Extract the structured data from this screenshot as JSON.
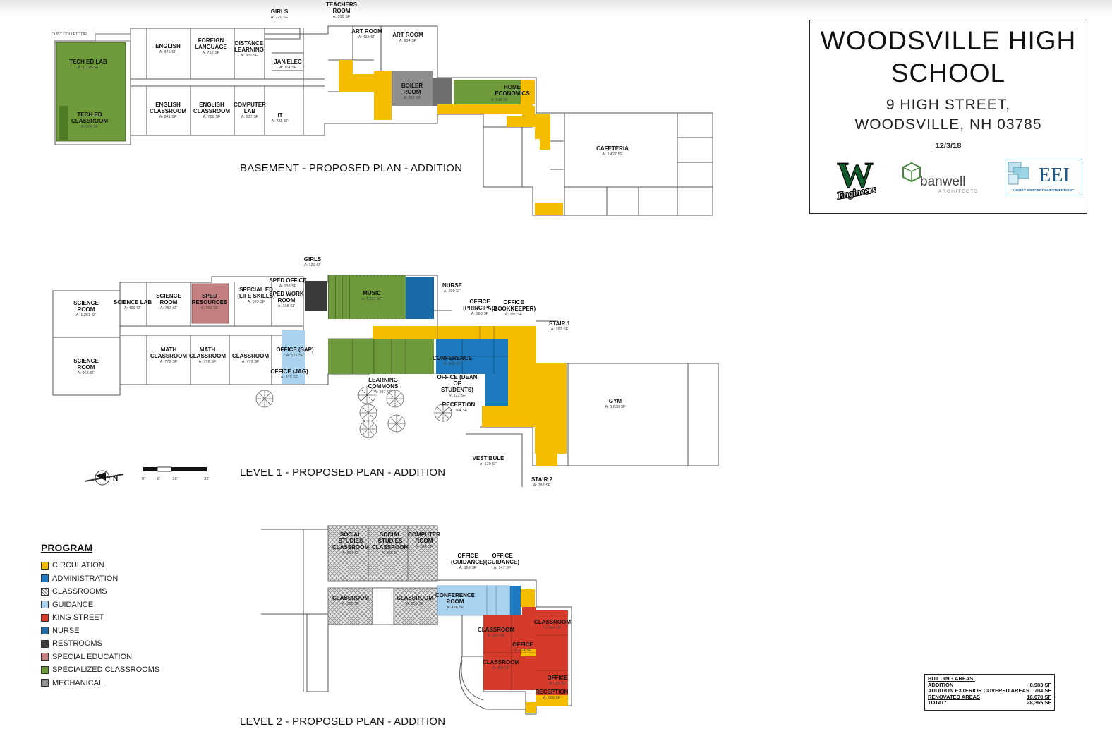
{
  "title_block": {
    "name_line1": "WOODSVILLE HIGH",
    "name_line2": "SCHOOL",
    "address_line1": "9 HIGH STREET,",
    "address_line2": "WOODSVILLE, NH 03785",
    "date": "12/3/18",
    "logo_w_text": "W",
    "logo_w_script": "Engineers",
    "banwell_name": "banwell",
    "banwell_sub": "ARCHITECTS",
    "eei_name": "EEI",
    "eei_sub": "ENERGY EFFICIENT INVESTMENTS INC."
  },
  "plans": {
    "basement_title": "BASEMENT - PROPOSED PLAN - ADDITION",
    "level1_title": "LEVEL 1 - PROPOSED PLAN - ADDITION",
    "level2_title": "LEVEL 2 - PROPOSED PLAN - ADDITION"
  },
  "colors": {
    "circulation": "#f5bd00",
    "administration": "#1f7bbf",
    "classrooms": "#9a9a9a",
    "guidance": "#a9d2ee",
    "king_street": "#d63a2a",
    "nurse": "#1a6aa8",
    "restrooms": "#3a3a3a",
    "special_education": "#c48080",
    "specialized_classrooms": "#6e9a3c",
    "mechanical": "#8e8e8e"
  },
  "legend": {
    "title": "PROGRAM",
    "items": [
      {
        "label": "CIRCULATION",
        "color": "#f5bd00"
      },
      {
        "label": "ADMINISTRATION",
        "color": "#1f7bbf"
      },
      {
        "label": "CLASSROOMS",
        "color": "hatch"
      },
      {
        "label": "GUIDANCE",
        "color": "#a9d2ee"
      },
      {
        "label": "KING STREET",
        "color": "#d63a2a"
      },
      {
        "label": "NURSE",
        "color": "#1a6aa8"
      },
      {
        "label": "RESTROOMS",
        "color": "#3a3a3a"
      },
      {
        "label": "SPECIAL EDUCATION",
        "color": "#c48080"
      },
      {
        "label": "SPECIALIZED CLASSROOMS",
        "color": "#6e9a3c"
      },
      {
        "label": "MECHANICAL",
        "color": "#8e8e8e"
      }
    ]
  },
  "building_areas": {
    "header": "BUILDING AREAS:",
    "rows": [
      {
        "label": "ADDITION",
        "value": "8,983 SF"
      },
      {
        "label": "ADDITION EXTERIOR COVERED AREAS",
        "value": "704 SF"
      },
      {
        "label": "RENOVATED AREAS",
        "value": "18,678 SF"
      },
      {
        "label": "TOTAL:",
        "value": "28,365 SF"
      }
    ]
  },
  "scale": {
    "ticks": [
      "0'",
      "8'",
      "16'",
      "32'"
    ],
    "north": "N"
  },
  "rooms": {
    "dust_collector": "DUST COLLECTOR",
    "tech_ed_lab": [
      "TECH ED LAB",
      "A: 1,718 SF"
    ],
    "tech_ed_classroom": [
      "TECH ED",
      "CLASSROOM",
      "A: 974 SF"
    ],
    "english": [
      "ENGLISH",
      "A: 845 SF"
    ],
    "foreign_language": [
      "FOREIGN",
      "LANGUAGE",
      "A: 792 SF"
    ],
    "distance_learning": [
      "DISTANCE",
      "LEARNING",
      "A: 509 SF"
    ],
    "girls_b": [
      "GIRLS",
      "A: 220 SF"
    ],
    "jan_elec": [
      "JAN/ELEC",
      "A: 114 SF"
    ],
    "english_classroom1": [
      "ENGLISH",
      "CLASSROOM",
      "A: 841 SF"
    ],
    "english_classroom2": [
      "ENGLISH",
      "CLASSROOM",
      "A: 786 SF"
    ],
    "computer_lab": [
      "COMPUTER",
      "LAB",
      "A: 537 SF"
    ],
    "it": [
      "IT",
      "A: 735 SF"
    ],
    "teachers_room": [
      "TEACHERS",
      "ROOM",
      "A: 319 SF"
    ],
    "art_room1": [
      "ART ROOM",
      "A: 425 SF"
    ],
    "art_room2": [
      "ART ROOM",
      "A: 934 SF"
    ],
    "boiler_room": [
      "BOILER",
      "ROOM",
      "A: 552 SF"
    ],
    "home_economics": [
      "HOME",
      "ECONOMICS",
      "A: 836 SF"
    ],
    "cafeteria": [
      "CAFETERIA",
      "A: 3,427 SF"
    ],
    "science_room1": [
      "SCIENCE",
      "ROOM",
      "A: 1,251 SF"
    ],
    "science_lab": [
      "SCIENCE LAB",
      "A: 499 SF"
    ],
    "science_room2": [
      "SCIENCE",
      "ROOM",
      "A: 787 SF"
    ],
    "sped_resources": [
      "SPED",
      "RESOURCES",
      "A: 760 SF"
    ],
    "special_ed": [
      "SPECIAL ED",
      "(LIFE SKILLS)",
      "A: 583 SF"
    ],
    "sped_office": [
      "SPED OFFICE",
      "A: 238 SF"
    ],
    "sped_work_room": [
      "SPED WORK",
      "ROOM",
      "A: 198 SF"
    ],
    "girls_1": [
      "GIRLS",
      "A: 120 SF"
    ],
    "music": [
      "MUSIC",
      "A: 1,217 SF"
    ],
    "nurse": [
      "NURSE",
      "A: 290 SF"
    ],
    "office_principal": [
      "OFFICE",
      "(PRINCIPAL)",
      "A: 168 SF"
    ],
    "office_bookkeeper": [
      "OFFICE",
      "(BOOKKEEPER)",
      "A: 150 SF"
    ],
    "stair1": [
      "STAIR 1",
      "A: 162 SF"
    ],
    "science_room3": [
      "SCIENCE",
      "ROOM",
      "A: 963 SF"
    ],
    "math_classroom1": [
      "MATH",
      "CLASSROOM",
      "A: 779 SF"
    ],
    "math_classroom2": [
      "MATH",
      "CLASSROOM",
      "A: 778 SF"
    ],
    "classroom_l1": [
      "CLASSROOM",
      "A: 779 SF"
    ],
    "office_sap": [
      "OFFICE (SAP)",
      "A: 127 SF"
    ],
    "office_jag": [
      "OFFICE (JAG)",
      "A: 319 SF"
    ],
    "learning_commons": [
      "LEARNING",
      "COMMONS",
      "A: 987 SF"
    ],
    "conference_l1": [
      "CONFERENCE",
      "A: 408 SF"
    ],
    "office_dean": [
      "OFFICE (DEAN",
      "OF",
      "STUDENTS)",
      "A: 122 SF"
    ],
    "reception_l1": [
      "RECEPTION",
      "A: 164 SF"
    ],
    "vestibule": [
      "VESTIBULE",
      "A: 179 SF"
    ],
    "stair2": [
      "STAIR 2",
      "A: 182 SF"
    ],
    "gym": [
      "GYM",
      "A: 5,638 SF"
    ],
    "social_studies1": [
      "SOCIAL",
      "STUDIES",
      "CLASSROOM",
      "A: 804 SF"
    ],
    "social_studies2": [
      "SOCIAL",
      "STUDIES",
      "CLASSROOM",
      "A: 808 SF"
    ],
    "computer_room": [
      "COMPUTER",
      "ROOM",
      "A: 544 SF"
    ],
    "office_guidance1": [
      "OFFICE",
      "(GUIDANCE)",
      "A: 158 SF"
    ],
    "office_guidance2": [
      "OFFICE",
      "(GUIDANCE)",
      "A: 147 SF"
    ],
    "classroom_l2a": [
      "CLASSROOM",
      "A: 828 SF"
    ],
    "classroom_l2b": [
      "CLASSROOM",
      "A: 808 SF"
    ],
    "conference_room_l2": [
      "CONFERENCE",
      "ROOM",
      "A: 438 SF"
    ],
    "classroom_ks1": [
      "CLASSROOM",
      "A: 368 SF"
    ],
    "office_ks1": [
      "OFFICE",
      "A: 174 SF"
    ],
    "classroom_ks2": [
      "CLASSROOM",
      "A: 405 SF"
    ],
    "classroom_ks3": [
      "CLASSROOM",
      "A: 314 SF"
    ],
    "office_ks2": [
      "OFFICE",
      "A: 119 SF"
    ],
    "reception_l2": [
      "RECEPTION",
      "A: 169 SF"
    ]
  }
}
